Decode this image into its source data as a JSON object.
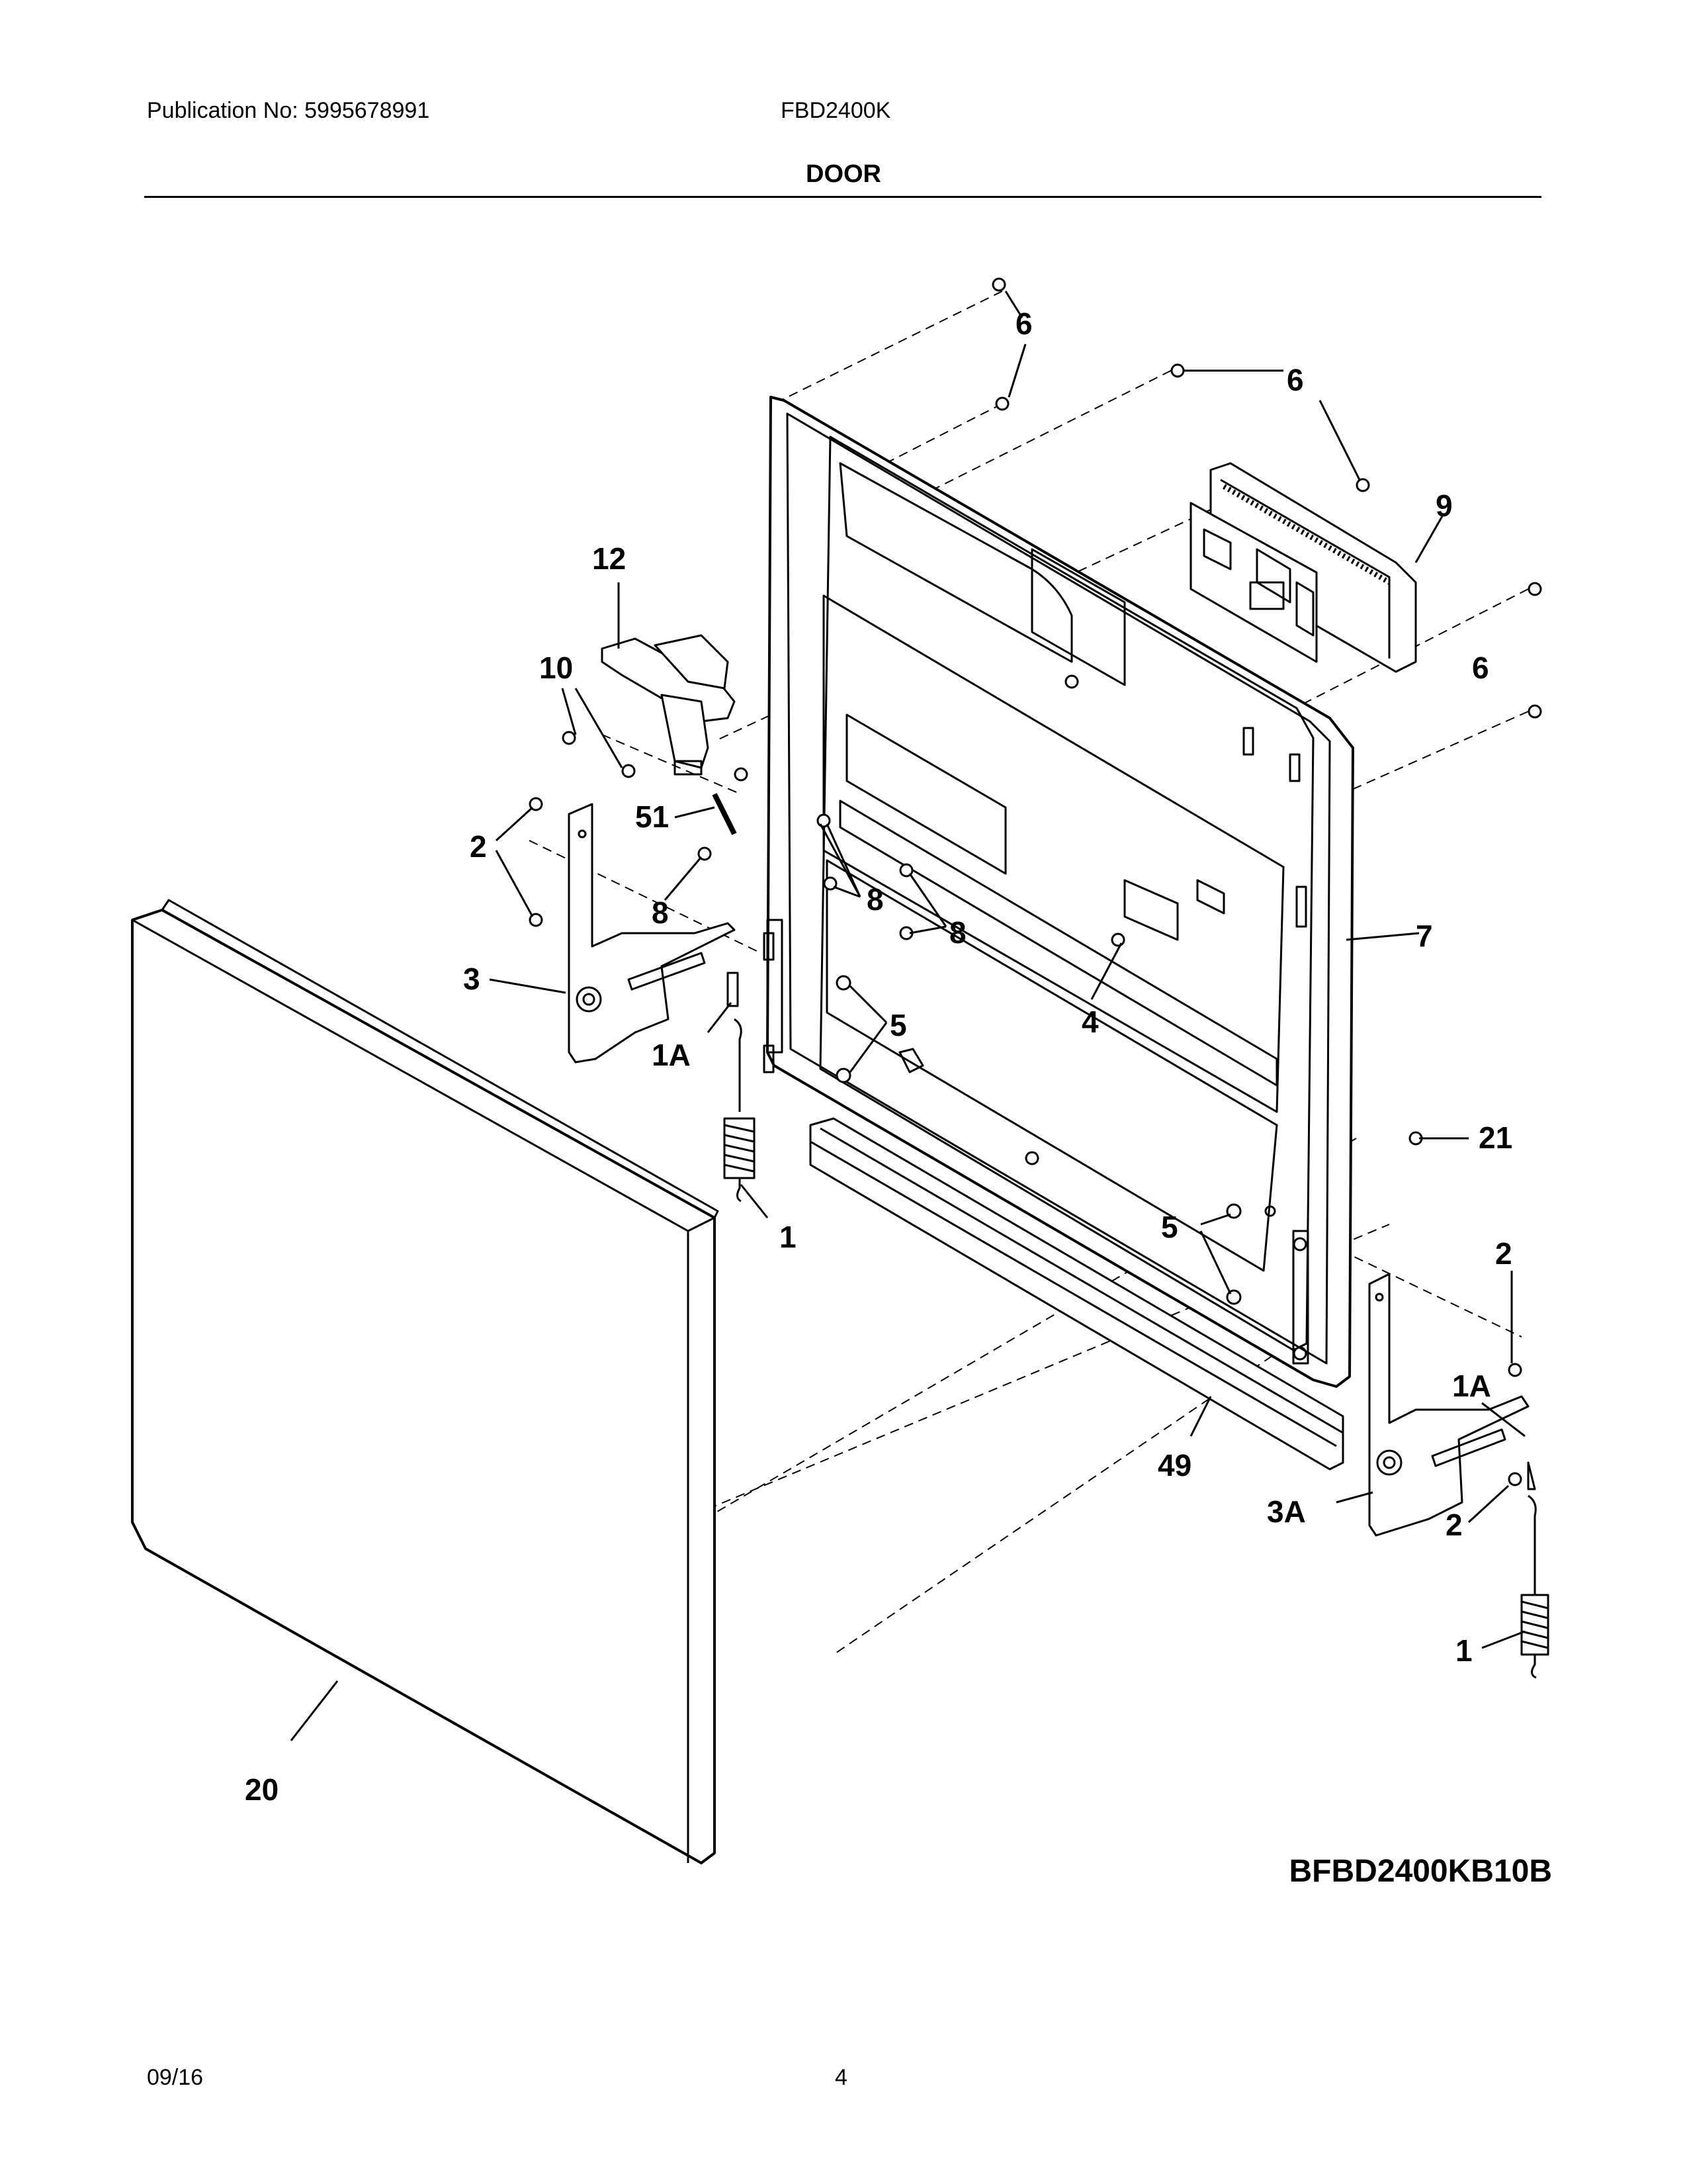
{
  "header": {
    "publication": "Publication No: 5995678991",
    "model": "FBD2400K",
    "section": "DOOR"
  },
  "diagram": {
    "code": "BFBD2400KB10B",
    "callouts": {
      "c6a": "6",
      "c6b": "6",
      "c6c": "6",
      "c9": "9",
      "c12": "12",
      "c10": "10",
      "c51": "51",
      "c2a": "2",
      "c8a": "8",
      "c8b": "8",
      "c8c": "8",
      "c7": "7",
      "c3": "3",
      "c1a_left": "1A",
      "c5a": "5",
      "c4": "4",
      "c21": "21",
      "c1_left": "1",
      "c5b": "5",
      "c2b": "2",
      "c1a_right": "1A",
      "c49": "49",
      "c3a": "3A",
      "c2c": "2",
      "c1_right": "1",
      "c20": "20"
    }
  },
  "footer": {
    "date": "09/16",
    "page": "4"
  }
}
